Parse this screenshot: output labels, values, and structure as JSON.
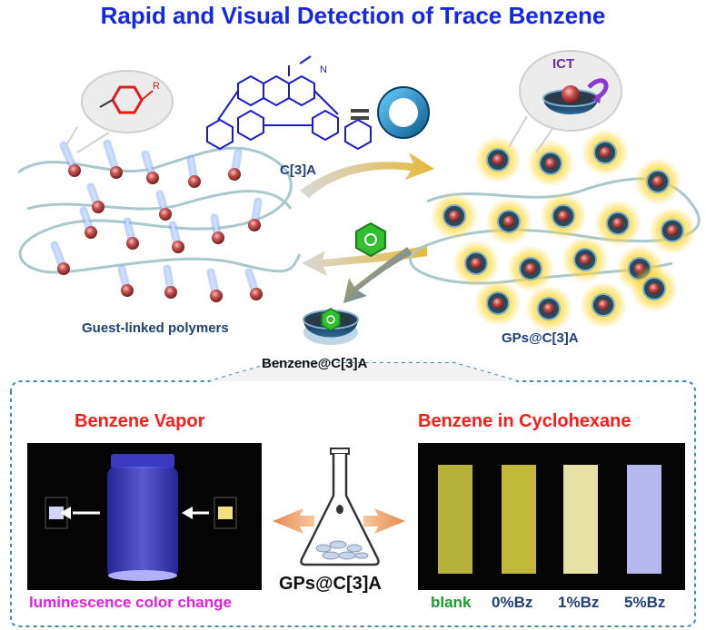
{
  "title": "Rapid and Visual Detection of Trace Benzene",
  "labels": {
    "macrocycle": "C[3]A",
    "guest_polymers": "Guest-linked polymers",
    "complex_polymers": "GPs@C[3]A",
    "benzene_complex": "Benzene@C[3]A",
    "ict": "ICT",
    "guest_substituent": "R"
  },
  "bottom": {
    "vapor_title": "Benzene Vapor",
    "cyclohexane_title": "Benzene in Cyclohexane",
    "flask_label": "GPs@C[3]A",
    "luminescence_caption": "luminescence color change",
    "strips": [
      "blank",
      "0%Bz",
      "1%Bz",
      "5%Bz"
    ]
  },
  "colors": {
    "title": "#1428e0",
    "heading_red": "#ff1a1a",
    "magenta_caption": "#e020e0",
    "green_blank": "#1a9e2a",
    "navy_label": "#1f3f7a",
    "ict_purple": "#6a2bb0",
    "glow_blue": "#8fb0ff",
    "glow_yellow": "#ffd83a",
    "bead_red": "#c8504e"
  }
}
